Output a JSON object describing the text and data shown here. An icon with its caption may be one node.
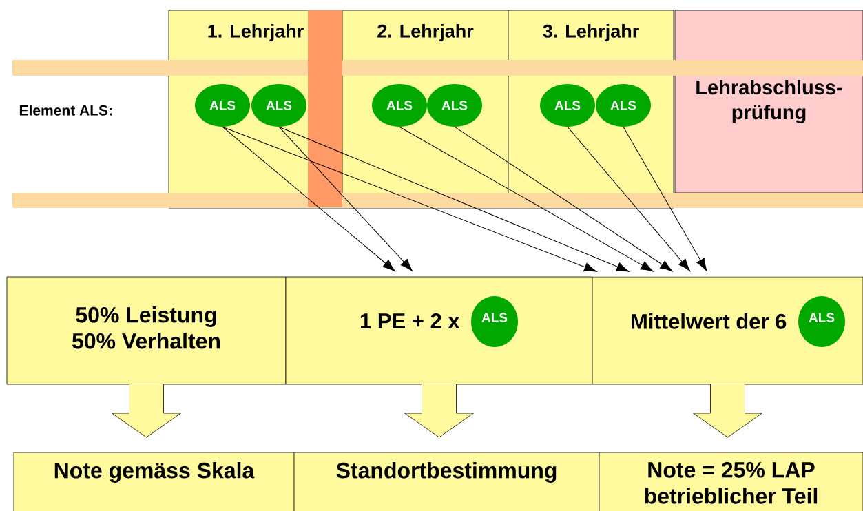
{
  "diagram": {
    "nodes": [
      {
        "text": [
          "1. Lehrjahr"
        ]
      },
      {
        "text": [
          "2. Lehrjahr"
        ]
      },
      {
        "text": [
          "3. Lehrjahr"
        ]
      },
      {
        "text": [
          "Lehrabschluss-prüfung"
        ]
      },
      {
        "text": [
          "ALS"
        ],
        "in": 0
      },
      {
        "text": [
          "ALS"
        ],
        "in": 0
      },
      {
        "text": [
          "ALS"
        ],
        "in": 1
      },
      {
        "text": [
          "ALS"
        ],
        "in": 1
      },
      {
        "text": [
          "ALS"
        ],
        "in": 2
      },
      {
        "text": [
          "ALS"
        ],
        "in": 2
      },
      {
        "text": [
          "50% Leistung 50% Verhalten"
        ]
      },
      {
        "text": [
          "1 PE + 2 x"
        ]
      },
      {
        "text": [
          "ALS"
        ],
        "in": 11
      },
      {
        "text": [
          "Mittelwert der 6"
        ]
      },
      {
        "text": [
          "ALS"
        ],
        "in": 13
      },
      {
        "text": [
          "Note gemäss Skala"
        ]
      },
      {
        "text": [
          "Standortbestimmung"
        ]
      },
      {
        "text": [
          "Note = 25% LAP betrieblicher Teil"
        ]
      }
    ],
    "edges": [
      {
        "from": 4,
        "to": 11,
        "arrow": "to"
      },
      {
        "from": 5,
        "to": 11,
        "arrow": "to"
      },
      {
        "from": 4,
        "to": 13,
        "arrow": "to"
      },
      {
        "from": 5,
        "to": 13,
        "arrow": "to"
      },
      {
        "from": 6,
        "to": 13,
        "arrow": "to"
      },
      {
        "from": 7,
        "to": 13,
        "arrow": "to"
      },
      {
        "from": 8,
        "to": 13,
        "arrow": "to"
      },
      {
        "from": 9,
        "to": 13,
        "arrow": "to"
      },
      {
        "from": 10,
        "to": 15,
        "arrow": "to",
        "style": "thick"
      },
      {
        "from": 11,
        "to": 16,
        "arrow": "to",
        "style": "thick"
      },
      {
        "from": 13,
        "to": 17,
        "arrow": "to",
        "style": "thick"
      }
    ],
    "labels": [
      "Element ALS:"
    ]
  }
}
